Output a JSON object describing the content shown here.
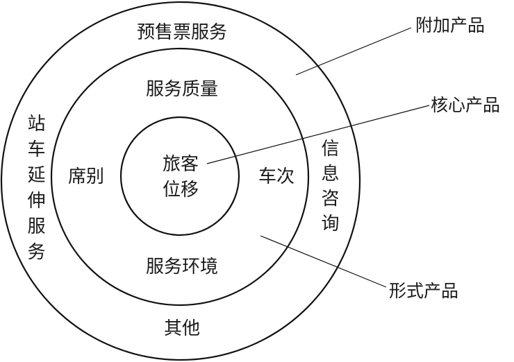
{
  "rings": {
    "outer": {
      "top": "预售票服务",
      "left": "站车延伸服务",
      "right": "信息咨询",
      "bottom": "其他"
    },
    "middle": {
      "top": "服务质量",
      "left": "席别",
      "right": "车次",
      "bottom": "服务环境"
    },
    "inner": {
      "line1": "旅客",
      "line2": "位移"
    }
  },
  "callouts": {
    "additional": "附加产品",
    "core": "核心产品",
    "formal": "形式产品"
  }
}
